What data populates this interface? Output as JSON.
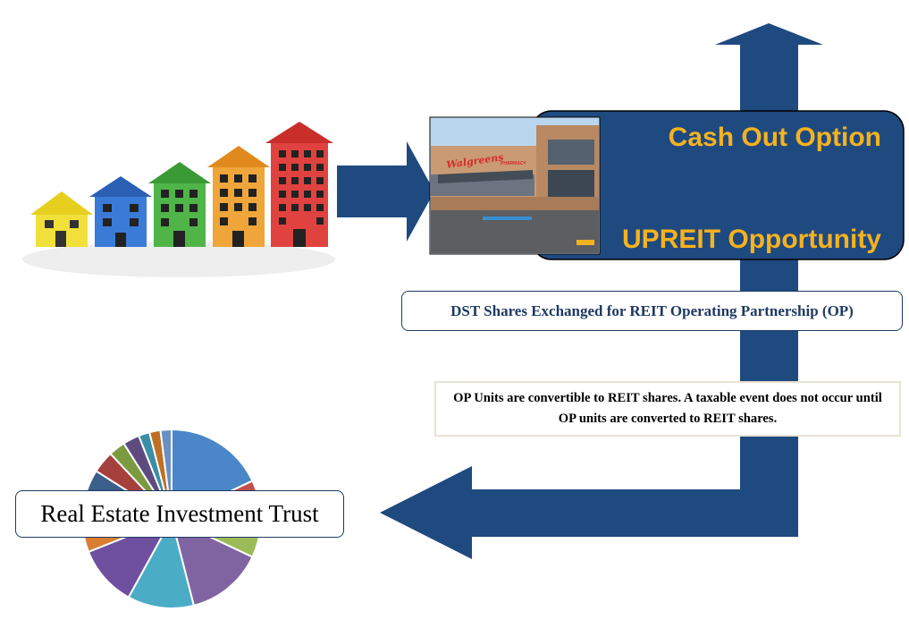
{
  "diagram": {
    "cash_out_label": "Cash Out Option",
    "upreit_label": "UPREIT Opportunity",
    "dst_exchange_label": "DST Shares Exchanged for REIT Operating Partnership (OP)",
    "op_units_note": "OP Units are convertible to REIT shares. A taxable event does not occur until OP units are converted to REIT shares.",
    "reit_label": "Real Estate Investment Trust",
    "store_sign": "Walgreens",
    "store_sign_sub": "PHARMACY"
  },
  "icons": [
    "houses-growth-illustration",
    "pharmacy-storefront-photo",
    "pie-chart-illustration",
    "arrow-right",
    "arrow-up",
    "arrow-left"
  ],
  "colors": {
    "arrow_blue": "#1f4a80",
    "box_blue": "#1f4a80",
    "accent_gold": "#f5b21f",
    "label_border": "#1f3a63"
  }
}
